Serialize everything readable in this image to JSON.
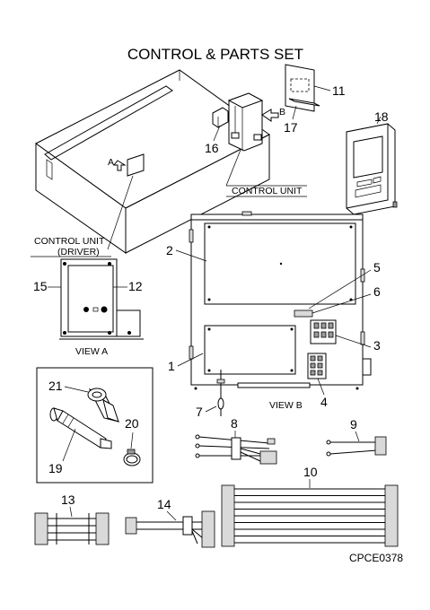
{
  "title": "CONTROL & PARTS SET",
  "labels": {
    "control_unit": "CONTROL UNIT",
    "control_unit_driver_1": "CONTROL UNIT",
    "control_unit_driver_2": "(DRIVER)",
    "view_a": "VIEW A",
    "view_b": "VIEW B",
    "arrow_a": "A",
    "arrow_b": "B"
  },
  "callouts": {
    "n1": "1",
    "n2": "2",
    "n3": "3",
    "n4": "4",
    "n5": "5",
    "n6": "6",
    "n7": "7",
    "n8": "8",
    "n9": "9",
    "n10": "10",
    "n11": "11",
    "n12": "12",
    "n13": "13",
    "n14": "14",
    "n15": "15",
    "n16": "16",
    "n17": "17",
    "n18": "18",
    "n19": "19",
    "n20": "20",
    "n21": "21"
  },
  "code": "CPCE0378"
}
